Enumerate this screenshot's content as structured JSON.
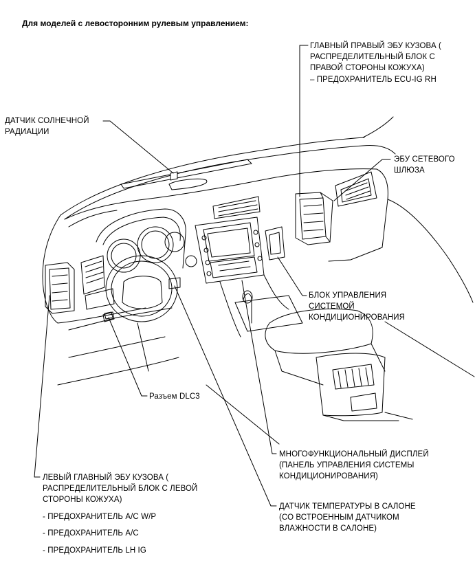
{
  "title": "Для моделей с левосторонним рулевым управлением:",
  "labels": {
    "main_right_ecu": [
      "ГЛАВНЫЙ ПРАВЫЙ ЭБУ КУЗОВА (",
      "РАСПРЕДЕЛИТЕЛЬНЫЙ БЛОК С",
      "ПРАВОЙ СТОРОНЫ КОЖУХА)",
      "– ПРЕДОХРАНИТЕЛЬ ECU-IG RH"
    ],
    "solar_sensor": [
      "ДАТЧИК СОЛНЕЧНОЙ",
      "РАДИАЦИИ"
    ],
    "gateway_ecu": [
      "ЭБУ СЕТЕВОГО",
      "ШЛЮЗА"
    ],
    "ac_control": [
      "БЛОК УПРАВЛЕНИЯ",
      "СИСТЕМОЙ",
      "КОНДИЦИОНИРОВАНИЯ"
    ],
    "dlc3": "Разъем DLC3",
    "multi_display": [
      "МНОГОФУНКЦИОНАЛЬНЫЙ ДИСПЛЕЙ",
      "(ПАНЕЛЬ УПРАВЛЕНИЯ СИСТЕМЫ",
      "КОНДИЦИОНИРОВАНИЯ)"
    ],
    "main_left_ecu": [
      "ЛЕВЫЙ ГЛАВНЫЙ ЭБУ КУЗОВА (",
      "РАСПРЕДЕЛИТЕЛЬНЫЙ БЛОК С ЛЕВОЙ",
      "СТОРОНЫ КОЖУХА)"
    ],
    "left_fuses": [
      "- ПРЕДОХРАНИТЕЛЬ A/C W/P",
      "- ПРЕДОХРАНИТЕЛЬ A/C",
      "- ПРЕДОХРАНИТЕЛЬ LH IG"
    ],
    "cabin_temp": [
      "ДАТЧИК ТЕМПЕРАТУРЫ В САЛОНЕ",
      "(СО ВСТРОЕННЫМ ДАТЧИКОМ",
      "ВЛАЖНОСТИ В САЛОНЕ)"
    ]
  }
}
